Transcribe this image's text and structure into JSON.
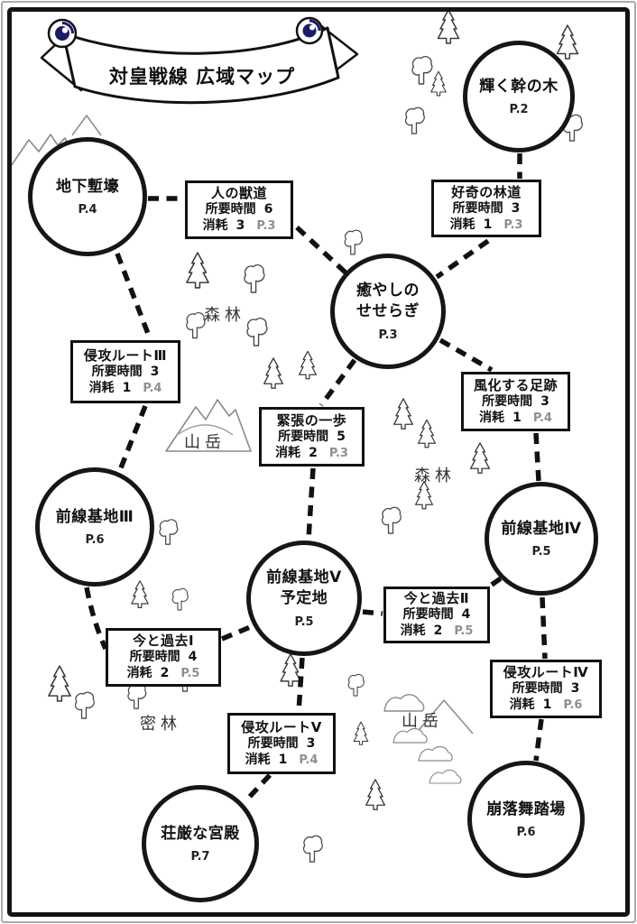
{
  "title": "対皇戦線 広域マップ",
  "colors": {
    "ink": "#111111",
    "page_ref_gray": "#8f8f8f",
    "banner_navy": "#1b1b66"
  },
  "nodes": [
    {
      "name": "輝く幹の木",
      "page": "P.2"
    },
    {
      "name": "地下塹壕",
      "page": "P.4"
    },
    {
      "name": "癒やしの\nせせらぎ",
      "page": "P.3"
    },
    {
      "name": "前線基地Ⅲ",
      "page": "P.6"
    },
    {
      "name": "前線基地Ⅳ",
      "page": "P.5"
    },
    {
      "name": "前線基地Ⅴ\n予定地",
      "page": "P.5"
    },
    {
      "name": "荘厳な宮殿",
      "page": "P.7"
    },
    {
      "name": "崩落舞踏場",
      "page": "P.6"
    }
  ],
  "routes": [
    {
      "name": "人の獣道",
      "duration_label": "所要時間",
      "duration": "6",
      "cost_label": "消耗",
      "cost": "3",
      "page": "P.3"
    },
    {
      "name": "好奇の林道",
      "duration_label": "所要時間",
      "duration": "3",
      "cost_label": "消耗",
      "cost": "1",
      "page": "P.3"
    },
    {
      "name": "侵攻ルートⅢ",
      "duration_label": "所要時間",
      "duration": "3",
      "cost_label": "消耗",
      "cost": "1",
      "page": "P.4"
    },
    {
      "name": "風化する足跡",
      "duration_label": "所要時間",
      "duration": "3",
      "cost_label": "消耗",
      "cost": "1",
      "page": "P.4"
    },
    {
      "name": "緊張の一歩",
      "duration_label": "所要時間",
      "duration": "5",
      "cost_label": "消耗",
      "cost": "2",
      "page": "P.3"
    },
    {
      "name": "今と過去Ⅱ",
      "duration_label": "所要時間",
      "duration": "4",
      "cost_label": "消耗",
      "cost": "2",
      "page": "P.5"
    },
    {
      "name": "今と過去Ⅰ",
      "duration_label": "所要時間",
      "duration": "4",
      "cost_label": "消耗",
      "cost": "2",
      "page": "P.5"
    },
    {
      "name": "侵攻ルートⅣ",
      "duration_label": "所要時間",
      "duration": "3",
      "cost_label": "消耗",
      "cost": "1",
      "page": "P.6"
    },
    {
      "name": "侵攻ルートⅤ",
      "duration_label": "所要時間",
      "duration": "3",
      "cost_label": "消耗",
      "cost": "1",
      "page": "P.4"
    }
  ],
  "area_labels": [
    {
      "text": "森林"
    },
    {
      "text": "山岳"
    },
    {
      "text": "森林"
    },
    {
      "text": "密林"
    },
    {
      "text": "山岳"
    }
  ],
  "decor_icons": [
    "conifer-tree-icon",
    "broadleaf-tree-icon",
    "mountain-icon",
    "hill-icon",
    "banner-scroll-icon"
  ]
}
